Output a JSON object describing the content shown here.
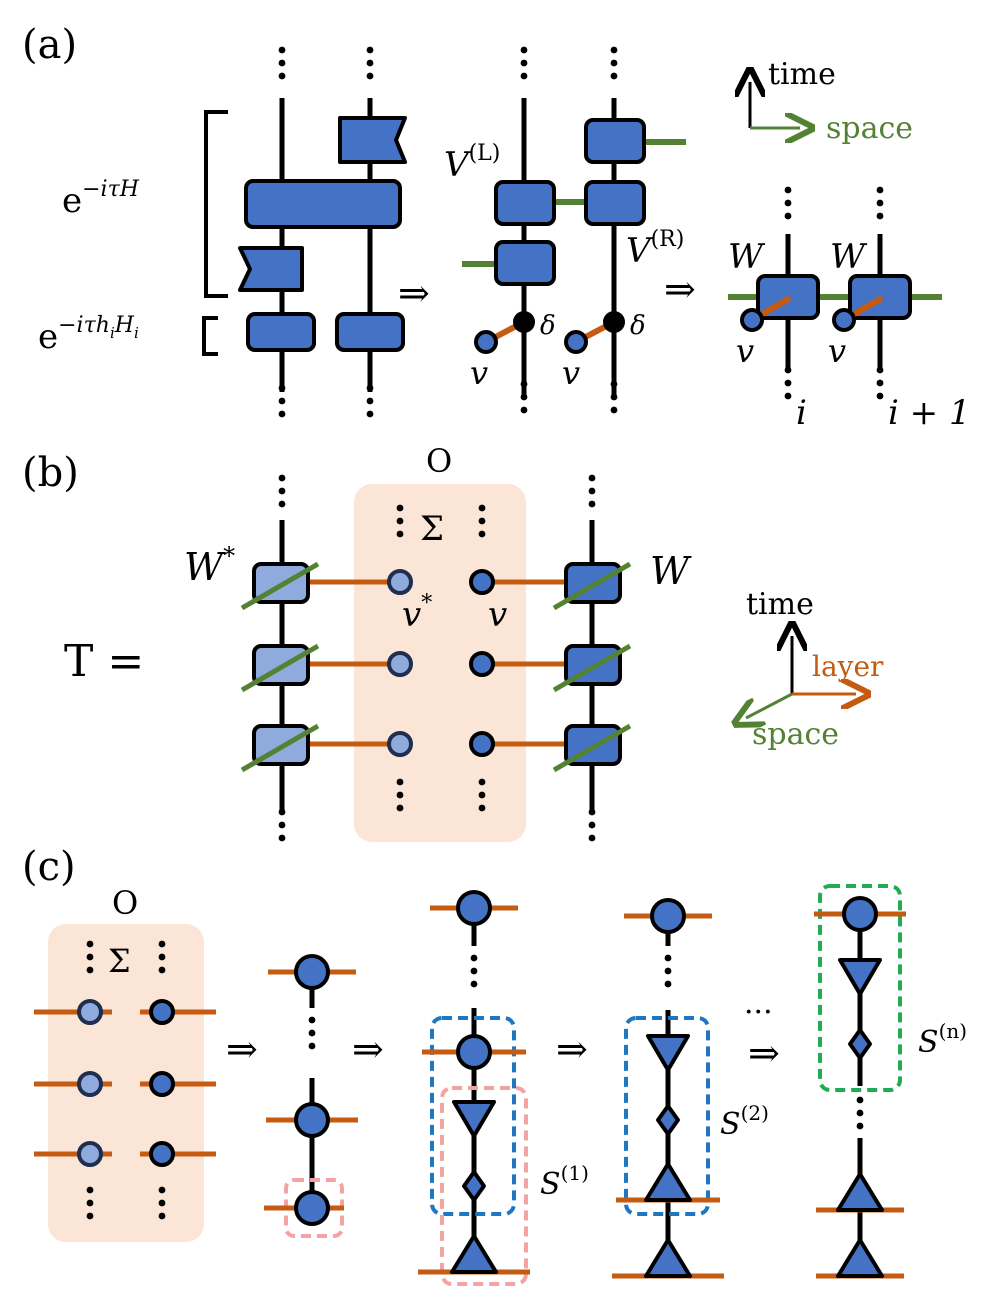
{
  "colors": {
    "tensor": "#4472c4",
    "tensor_light": "#8faadc",
    "outline": "#000000",
    "space": "#548235",
    "layer": "#c55a11",
    "o_box": "#fbe5d6",
    "box_blue": "#1f77c4",
    "box_pink": "#f4a3a3",
    "box_green": "#22aa55"
  },
  "panel_a": {
    "label": "(a)",
    "evolution_label": "e",
    "evolution_exp": "−iτH",
    "local_label": "e",
    "local_exp": "−iτh",
    "local_exp_sub": "i",
    "local_exp_h": "H",
    "local_exp_sub2": "i",
    "vL_base": "V",
    "vL_sup": "(L)",
    "vR_base": "V",
    "vR_sup": "(R)",
    "delta": "δ",
    "v_label": "v",
    "w_label": "W",
    "site_i": "i",
    "site_i1": "i + 1",
    "arrow": "⇒",
    "axis_time": "time",
    "axis_space": "space"
  },
  "panel_b": {
    "label": "(b)",
    "t_label": "T =",
    "o_label": "O",
    "sum": "Σ",
    "w_star": "W",
    "w_star_sup": "*",
    "w": "W",
    "v_star": "v",
    "v_star_sup": "*",
    "v": "v",
    "axis_time": "time",
    "axis_layer": "layer",
    "axis_space": "space"
  },
  "panel_c": {
    "label": "(c)",
    "o_label": "O",
    "sum": "Σ",
    "arrow": "⇒",
    "ellipsis": "···",
    "s1_base": "S",
    "s1_sup": "(1)",
    "s2_base": "S",
    "s2_sup": "(2)",
    "sn_base": "S",
    "sn_sup": "(n)"
  }
}
